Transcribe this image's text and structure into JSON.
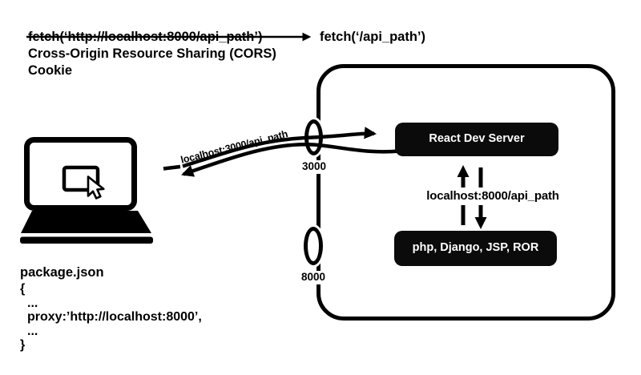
{
  "colors": {
    "ink": "#000000",
    "panel": "#0b0b0b",
    "panel_text": "#ffffff",
    "bg": "#ffffff"
  },
  "top_annotations": {
    "crossed_fetch": "fetch(‘http://localhost:8000/api_path’)",
    "replacement_fetch": "fetch(‘/api_path’)",
    "cors_line": "Cross-Origin Resource Sharing (CORS)",
    "cookie_line": "Cookie"
  },
  "client": {
    "icon": "laptop-with-browser-and-cursor"
  },
  "request": {
    "label": "localhost:3000/api_path"
  },
  "server": {
    "react_server_label": "React Dev Server",
    "backend_label": "php, Django, JSP, ROR",
    "internal_request_label": "localhost:8000/api_path",
    "ports": [
      {
        "number": "3000"
      },
      {
        "number": "8000"
      }
    ]
  },
  "package_json": {
    "title": "package.json",
    "lines": [
      "{",
      "...",
      "proxy:’http://localhost:8000’,",
      "...",
      "}"
    ]
  }
}
